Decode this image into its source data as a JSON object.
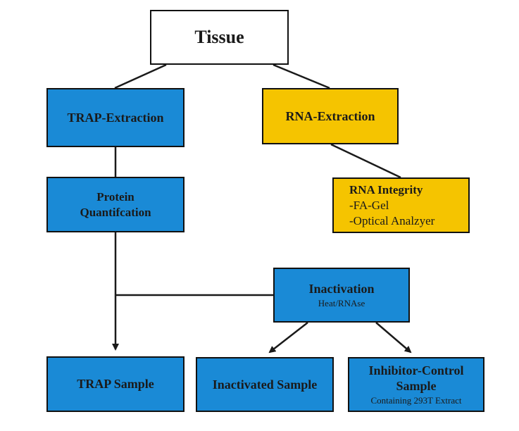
{
  "nodes": {
    "tissue": {
      "label": "Tissue"
    },
    "trap_extraction": {
      "label": "TRAP-Extraction"
    },
    "rna_extraction": {
      "label": "RNA-Extraction"
    },
    "protein_quant": {
      "line1": "Protein",
      "line2": "Quantifcation"
    },
    "rna_integrity": {
      "title": "RNA Integrity",
      "items": [
        "-FA-Gel",
        "-Optical Analzyer"
      ]
    },
    "inactivation": {
      "title": "Inactivation",
      "subtitle": "Heat/RNAse"
    },
    "trap_sample": {
      "label": "TRAP Sample"
    },
    "inactivated_sample": {
      "label": "Inactivated Sample"
    },
    "inhibitor_sample": {
      "line1": "Inhibitor-Control",
      "line2": "Sample",
      "subtitle": "Containing 293T Extract"
    }
  },
  "colors": {
    "blue_fill": "#1a8ad6",
    "gold_fill": "#f5c400",
    "white_fill": "#ffffff",
    "line": "#1a1a1a"
  }
}
